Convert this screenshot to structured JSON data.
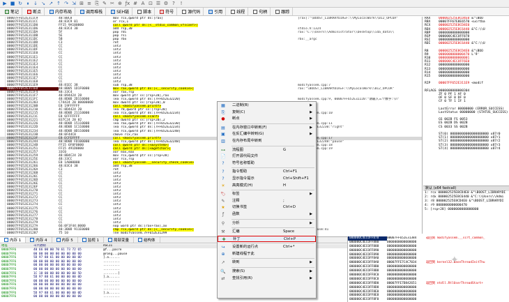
{
  "toolbar": {
    "tabs": [
      {
        "label": "笔记",
        "icon": "note-icon",
        "color": "#2e7d32"
      },
      {
        "label": "断点",
        "icon": "breakpoint-icon",
        "color": "#d00000"
      },
      {
        "label": "内存布局",
        "icon": "memory-map-icon",
        "color": "#1565c0"
      },
      {
        "label": "调用堆栈",
        "icon": "callstack-icon",
        "color": "#1565c0"
      },
      {
        "label": "SEH链",
        "icon": "seh-icon",
        "color": "#1565c0"
      },
      {
        "label": "脚本",
        "icon": "script-icon",
        "color": "#555"
      },
      {
        "label": "符号",
        "icon": "symbol-icon",
        "color": "#c62828"
      },
      {
        "label": "源代码",
        "icon": "source-icon",
        "color": "#555"
      },
      {
        "label": "引用",
        "icon": "reference-icon",
        "color": "#1565c0"
      },
      {
        "label": "线程",
        "icon": "thread-icon",
        "color": "#555"
      },
      {
        "label": "句柄",
        "icon": "handle-icon",
        "color": "#555"
      },
      {
        "label": "跟踪",
        "icon": "trace-icon",
        "color": "#555"
      }
    ]
  },
  "disassembly": [
    {
      "a": "00007FF652E311C9",
      "b": "48:8BC8",
      "i": "mov rcx,qword ptr ds:[rax]",
      "c": "[rax]:\"\\BOOST_LIBRARYDIR=F:\\\\MyLocalWork\\\\012_OPCUA\""
    },
    {
      "a": "00007FF652E311CC",
      "b": "48:83C9 01",
      "i": "or rcx,1",
      "c": ""
    },
    {
      "a": "00007FF652E311D0",
      "b": "FF15 9A100000",
      "i": "call qword ptr ds:[<__stdio_common_vfscanf>]",
      "c": "",
      "call": true
    },
    {
      "a": "00007FF652E311D6",
      "b": "48:83C4 30",
      "i": "add rsp,30",
      "c": "stdio.h:1324"
    },
    {
      "a": "00007FF652E311DA",
      "b": "5F",
      "i": "pop rdi",
      "c": "rax:\"C:\\\\Users\\\\Administrator\\\\Desktop\\\\ida_data\\\\"
    },
    {
      "a": "00007FF652E311DB",
      "b": "5E",
      "i": "pop rsi",
      "c": ""
    },
    {
      "a": "00007FF652E311DC",
      "b": "5B",
      "i": "pop rbx",
      "c": "rbx:__argc"
    },
    {
      "a": "00007FF652E311DD",
      "b": "C3",
      "i": "ret",
      "c": ""
    },
    {
      "a": "00007FF652E311DE",
      "b": "CC",
      "i": "int3",
      "c": ""
    },
    {
      "a": "00007FF652E311DF",
      "b": "CC",
      "i": "int3",
      "c": ""
    },
    {
      "a": "00007FF652E311E0",
      "b": "CC",
      "i": "int3",
      "c": ""
    },
    {
      "a": "00007FF652E311E1",
      "b": "CC",
      "i": "int3",
      "c": ""
    },
    {
      "a": "00007FF652E311E2",
      "b": "CC",
      "i": "int3",
      "c": ""
    },
    {
      "a": "00007FF652E311E3",
      "b": "CC",
      "i": "int3",
      "c": ""
    },
    {
      "a": "00007FF652E311E4",
      "b": "CC",
      "i": "int3",
      "c": ""
    },
    {
      "a": "00007FF652E311E5",
      "b": "CC",
      "i": "int3",
      "c": ""
    },
    {
      "a": "00007FF652E311E6",
      "b": "CC",
      "i": "int3",
      "c": ""
    },
    {
      "a": "00007FF652E311E7",
      "b": "CC",
      "i": "int3",
      "c": ""
    },
    {
      "a": "00007FF652E311E8",
      "b": "CC",
      "i": "int3",
      "c": ""
    },
    {
      "a": "00007FF652E311E9",
      "b": "48:81EC 38",
      "i": "sub rsp,38",
      "c": "modifyassem.cpp:7"
    },
    {
      "a": "00007FF652E311ED",
      "b": "48:8B05 1D1F0000",
      "i": "mov rax,qword ptr ds:[<__security_cookie>]",
      "c": "rax:\"\\BOOST_LIBRARYDIR=F:\\\\MyLocalWork\\\\012_OPCUA\"",
      "sel": true,
      "call": true
    },
    {
      "a": "00007FF652E311F4",
      "b": "48:33C4",
      "i": "xor rax,rsp",
      "c": ""
    },
    {
      "a": "00007FF652E311F7",
      "b": "48:894424 28",
      "i": "mov qword ptr ss:[rsp+28],rax",
      "c": ""
    },
    {
      "a": "00007FF652E311FC",
      "b": "48:8D0D 2D110000",
      "i": "lea rcx,qword ptr ds:[7FF652E32220]",
      "c": "modifyassem.cpp:9, 00007FF652E32220:\"请输入三个数字:\\n\""
    },
    {
      "a": "00007FF652E31203",
      "b": "C74424 20 00000000",
      "i": "mov dword ptr ss:[rsp+20],0",
      "c": ""
    },
    {
      "a": "00007FF652E3120B",
      "b": "E8 19FFFFFF",
      "i": "call <modifyassem.printf>",
      "c": "",
      "call": true
    },
    {
      "a": "00007FF652E31210",
      "b": "4C:8D4424 20",
      "i": "lea r8,qword ptr ss:[rsp+20]",
      "c": ""
    },
    {
      "a": "00007FF652E31215",
      "b": "48:8D0D 21110000",
      "i": "lea rcx,qword ptr ds:[7FF652E32234]",
      "c": "modifyassem.cpp:10"
    },
    {
      "a": "00007FF652E3121C",
      "b": "E8 6FFFFFFF",
      "i": "call <modifyassem.scanf>",
      "c": "",
      "call": true
    },
    {
      "a": "00007FF652E31221",
      "b": "837C24 20 02",
      "i": "cmp dword ptr ss:[rsp+20],2",
      "c": ""
    },
    {
      "a": "00007FF652E31226",
      "b": "48:8D0D 15110000",
      "i": "lea rax,qword ptr ds:[7FF652E32230]",
      "c": "modifyassem.cpp:11"
    },
    {
      "a": "00007FF652E3122D",
      "b": "48:8D0D 1C110000",
      "i": "lea rcx,qword ptr ds:[7FF652E32234]",
      "c": "00007FF652E32230:\"right\""
    },
    {
      "a": "00007FF652E31234",
      "b": "48:8D0D 0D110000",
      "i": "lea rcx,qword ptr ds:[7FF652E32248]",
      "c": ""
    },
    {
      "a": "00007FF652E3123B",
      "b": "48:0F44C8",
      "i": "cmove rcx,rax",
      "c": ""
    },
    {
      "a": "00007FF652E3123F",
      "b": "E8 ECFEFFFF",
      "i": "call <modifyassem.printf>",
      "c": "modifyassem.cpp:17",
      "call": true,
      "cur": true
    },
    {
      "a": "00007FF652E31244",
      "b": "48:8D0D FD100000",
      "i": "lea rcx,qword ptr ds:[7FF652E32248]",
      "c": "00007FF652E32248:\"pause\""
    },
    {
      "a": "00007FF652E3124B",
      "b": "FF15 6F0F0000",
      "i": "call qword ptr ds:[<&system>]",
      "c": "modifyassem.cpp:18",
      "call": true
    },
    {
      "a": "00007FF652E31251",
      "b": "FF15 491D0000",
      "i": "call qword ptr ds:[<&getchar>]",
      "c": "modifyassem.cpp:19",
      "call": true
    },
    {
      "a": "00007FF652E31257",
      "b": "33C0",
      "i": "xor eax,eax",
      "c": ""
    },
    {
      "a": "00007FF652E31259",
      "b": "48:8B4C24 28",
      "i": "mov rcx,qword ptr ss:[rsp+28]",
      "c": ""
    },
    {
      "a": "00007FF652E3125E",
      "b": "48:33CC",
      "i": "xor rcx,rsp",
      "c": ""
    },
    {
      "a": "00007FF652E31261",
      "b": "E8 1A000000",
      "i": "call <modifyassem.__security_check_cookie>",
      "c": "",
      "call": true
    },
    {
      "a": "00007FF652E31266",
      "b": "48:83C4 38",
      "i": "add rsp,38",
      "c": ""
    },
    {
      "a": "00007FF652E3126A",
      "b": "C3",
      "i": "ret",
      "c": ""
    },
    {
      "a": "00007FF652E3126B",
      "b": "CC",
      "i": "int3",
      "c": ""
    },
    {
      "a": "00007FF652E3126C",
      "b": "CC",
      "i": "int3",
      "c": ""
    },
    {
      "a": "00007FF652E3126D",
      "b": "CC",
      "i": "int3",
      "c": ""
    },
    {
      "a": "00007FF652E3126E",
      "b": "CC",
      "i": "int3",
      "c": ""
    },
    {
      "a": "00007FF652E3126F",
      "b": "CC",
      "i": "int3",
      "c": ""
    },
    {
      "a": "00007FF652E31270",
      "b": "CC",
      "i": "int3",
      "c": ""
    },
    {
      "a": "00007FF652E31271",
      "b": "CC",
      "i": "int3",
      "c": ""
    },
    {
      "a": "00007FF652E31272",
      "b": "CC",
      "i": "int3",
      "c": ""
    },
    {
      "a": "00007FF652E31273",
      "b": "CC",
      "i": "int3",
      "c": ""
    },
    {
      "a": "00007FF652E31274",
      "b": "CC",
      "i": "int3",
      "c": ""
    },
    {
      "a": "00007FF652E31275",
      "b": "CC",
      "i": "int3",
      "c": ""
    },
    {
      "a": "00007FF652E31276",
      "b": "CC",
      "i": "int3",
      "c": ""
    },
    {
      "a": "00007FF652E31277",
      "b": "CC",
      "i": "int3",
      "c": ""
    },
    {
      "a": "00007FF652E31278",
      "b": "CC",
      "i": "int3",
      "c": ""
    },
    {
      "a": "00007FF652E31279",
      "b": "CC",
      "i": "int3",
      "c": ""
    },
    {
      "a": "00007FF652E3127A",
      "b": "66:0F1F44:0000",
      "i": "nop word ptr ds:[rax+rax],ax",
      "c": ""
    },
    {
      "a": "00007FF652E31280",
      "b": "48:3B0D 911E0000",
      "i": "cmp rcx,qword ptr ds:[<__security_cookie>]",
      "c": "gs_report.asm:41",
      "call": true
    },
    {
      "a": "00007FF652E31287",
      "b": "75 10",
      "i": "jne modifyassem.7FF652E31299",
      "c": ""
    }
  ],
  "registers": [
    {
      "n": "RAX",
      "v": "000002525E8CD4E0",
      "c": "&\"\\BOO"
    },
    {
      "n": "RBX",
      "v": "00007FF67E8E6570",
      "c": "<ucrtba"
    },
    {
      "n": "RCX",
      "v": "000002525E8CD4E0",
      "c": ""
    },
    {
      "n": "RDX",
      "v": "000002525E8C6440",
      "c": "&\"C:\\\\U"
    },
    {
      "n": "RBP",
      "v": "0000000000000000",
      "c": ""
    },
    {
      "n": "RSP",
      "v": "000000C4ECOFF878",
      "c": ""
    },
    {
      "n": "RSI",
      "v": "0000000000000000",
      "c": ""
    },
    {
      "n": "RDI",
      "v": "000002525E8C6440",
      "c": "&\"C:\\\\U"
    },
    {
      "n": "",
      "v": "",
      "c": ""
    },
    {
      "n": "R8",
      "v": "000002525E8CD4E0",
      "c": "&\"\\BOO"
    },
    {
      "n": "R9",
      "v": "0000000000000470",
      "c": "L'9'"
    },
    {
      "n": "R10",
      "v": "0000000000000001",
      "c": ""
    },
    {
      "n": "R11",
      "v": "000000C4ECOFF6E0",
      "c": ""
    },
    {
      "n": "R12",
      "v": "0000000000000000",
      "c": ""
    },
    {
      "n": "R13",
      "v": "0000000000000000",
      "c": ""
    },
    {
      "n": "R14",
      "v": "0000000000000000",
      "c": ""
    },
    {
      "n": "R15",
      "v": "0000000000000000",
      "c": ""
    },
    {
      "n": "",
      "v": "",
      "c": ""
    },
    {
      "n": "RIP",
      "v": "00007FF652E311E9",
      "c": "<modif"
    },
    {
      "n": "",
      "v": "",
      "c": ""
    },
    {
      "n": "RFLAGS",
      "v": "0000000000000304",
      "c": ""
    },
    {
      "n": "",
      "v": "ZF 0  PF 1  AF 0",
      "c": ""
    },
    {
      "n": "",
      "v": "OF 0  SF 0  DF 0",
      "c": ""
    },
    {
      "n": "",
      "v": "CF 0  TF 1  IF 1",
      "c": ""
    },
    {
      "n": "",
      "v": "",
      "c": ""
    },
    {
      "n": "",
      "v": "LastError  00000000 (ERROR_SUCCESS)",
      "c": ""
    },
    {
      "n": "",
      "v": "LastStatus 00000000 (STATUS_SUCCESS)",
      "c": ""
    },
    {
      "n": "",
      "v": "",
      "c": ""
    },
    {
      "n": "",
      "v": "GS 002B  FS 0053",
      "c": ""
    },
    {
      "n": "",
      "v": "ES 002B  DS 002B",
      "c": ""
    },
    {
      "n": "",
      "v": "CS 0033  SS 002B",
      "c": ""
    },
    {
      "n": "",
      "v": "",
      "c": ""
    },
    {
      "n": "",
      "v": "ST(0) 00000000000000000000 x87r0",
      "c": ""
    },
    {
      "n": "",
      "v": "ST(1) 00000000000000000000 x87r1",
      "c": ""
    },
    {
      "n": "",
      "v": "ST(2) 00000000000000000000 x87r2",
      "c": ""
    },
    {
      "n": "",
      "v": "ST(3) 00000000000000000000 x87r3",
      "c": ""
    },
    {
      "n": "",
      "v": "ST(4) 00000000000000000000 x87r4",
      "c": ""
    }
  ],
  "callconv": {
    "title": "默认 (x64 fastcall)",
    "rows": [
      "1: rcx 000002525E8CD4E0 &\"\\BOOST_LIBRARYDI",
      "2: rdx 000002525E8C6440 &\"C:\\\\Users\\\\Admi",
      "3: r8  000002525E8CD4E0 &\"\\BOOST_LIBRARYDI",
      "4: r9  0000000000000470",
      "5: [rsp+28] 0000000000000000"
    ]
  },
  "bottom_tabs": [
    {
      "label": "内存 1",
      "icon": "memory-icon"
    },
    {
      "label": "内存 4",
      "icon": "memory-icon"
    },
    {
      "label": "内存 5",
      "icon": "memory-icon"
    },
    {
      "label": "监视 1",
      "icon": "watch-icon"
    },
    {
      "label": "局部变量",
      "icon": "locals-icon"
    },
    {
      "label": "结构体",
      "icon": "struct-icon"
    }
  ],
  "dump": {
    "headers": [
      "地址",
      "十六进制",
      "ASCII"
    ],
    "rows": [
      {
        "a": "00007FF6",
        "x": "40 66 00 00 70 61 73 72 65",
        "s": "@f...pasre"
      },
      {
        "a": "00007FF6",
        "x": "00 00 00 00 00 00 00 00 00",
        "s": "@rong...pause"
      },
      {
        "a": "00007FF6",
        "x": "5D 97 88 61 00 00 00 00 0D",
        "s": "].a......"
      },
      {
        "a": "00007FF6",
        "x": "00 00 00 00 00 00 00 00 00",
        "s": "........."
      },
      {
        "a": "00007FF6",
        "x": "00 00 00 00 00 00 00 00 00",
        "s": "........."
      },
      {
        "a": "00007FF6",
        "x": "00 00 00 00 00 00 00 00 00",
        "s": "........."
      },
      {
        "a": "00007FF6",
        "x": "1C 18 00 00 00 00 00 00 5D",
        "s": "........]"
      },
      {
        "a": "00007FF6",
        "x": "5D 97 88 61 00 00 00 00 0D",
        "s": "].a......"
      },
      {
        "a": "00007FF6",
        "x": "00 00 00 00 00 00 00 00 00",
        "s": "........."
      },
      {
        "a": "00007FF6",
        "x": "00 00 00 00 00 00 00 00 00",
        "s": "........."
      },
      {
        "a": "00007FF6",
        "x": "00 00 00 00 00 00 00 00 00",
        "s": "........."
      },
      {
        "a": "00007FF6",
        "x": "5D 97 88 61 00 00 00 00 0D",
        "s": "].a......"
      },
      {
        "a": "00007FF6",
        "x": "00 00 00 00 00 00 00 00 00",
        "s": "........."
      }
    ]
  },
  "stack": [
    {
      "a": "000000C4ECOFF878",
      "v": "00007FF652E31384",
      "c": "返回到 modifyassem.__scrt_common_",
      "sel": true,
      "red": true
    },
    {
      "a": "000000C4ECOFF880",
      "v": "0000000000000000",
      "c": ""
    },
    {
      "a": "000000C4ECOFF888",
      "v": "0000000000000000",
      "c": ""
    },
    {
      "a": "000000C4ECOFF890",
      "v": "0000000000000000",
      "c": ""
    },
    {
      "a": "000000C4ECOFF898",
      "v": "0000000000000000",
      "c": ""
    },
    {
      "a": "000000C4ECOFF8A0",
      "v": "0000000000000000",
      "c": ""
    },
    {
      "a": "000000C4ECOFF8A8",
      "v": "00007FFE7C4C7034",
      "c": "返回到 kernel32.BaseThreadInitThu",
      "red": true
    },
    {
      "a": "000000C4ECOFF8B0",
      "v": "0000000000000000",
      "c": ""
    },
    {
      "a": "000000C4ECOFF8B8",
      "v": "0000000000000000",
      "c": ""
    },
    {
      "a": "000000C4ECOFF8C0",
      "v": "0000000000000000",
      "c": ""
    },
    {
      "a": "000000C4ECOFF8C8",
      "v": "0000000000000000",
      "c": ""
    },
    {
      "a": "000000C4ECOFF8D0",
      "v": "00007FFE7D842651",
      "c": "返回到 ntdll.RtlUserThreadStart+",
      "red": true
    },
    {
      "a": "000000C4ECOFF8D8",
      "v": "0000000000000000",
      "c": ""
    },
    {
      "a": "000000C4ECOFF8E0",
      "v": "0000000000000000",
      "c": ""
    },
    {
      "a": "000000C4ECOFF8E8",
      "v": "0000000000000000",
      "c": ""
    },
    {
      "a": "000000C4ECOFF8F0",
      "v": "0000000000000000",
      "c": ""
    }
  ],
  "menu": [
    {
      "label": "二进制(B)",
      "icon": "binary-icon",
      "sc": "",
      "ar": true
    },
    {
      "label": "复制(C)",
      "icon": "copy-icon",
      "sc": "",
      "ar": true
    },
    {
      "label": "断点",
      "icon": "breakpoint-icon",
      "sc": "",
      "ar": true
    },
    {
      "label": "在内存窗口中转到(F)",
      "icon": "memory-goto-icon",
      "sc": "",
      "ar": true
    },
    {
      "label": "在反汇编中转到(G)",
      "icon": "disasm-goto-icon",
      "sc": "",
      "ar": true
    },
    {
      "label": "在内存布局中转到",
      "icon": "memmap-goto-icon",
      "sc": "",
      "ar": false
    },
    {
      "label": "流程图",
      "icon": "graph-icon",
      "sc": "G",
      "ar": false
    },
    {
      "label": "打开源代码文件",
      "icon": "source-file-icon",
      "sc": "",
      "ar": false
    },
    {
      "label": "符号名称帮助",
      "icon": "help-icon",
      "sc": "",
      "ar": false
    },
    {
      "label": "指令帮助",
      "icon": "instruction-help-icon",
      "sc": "Ctrl+F1",
      "ar": false
    },
    {
      "label": "显示指令提示",
      "icon": "tip-icon",
      "sc": "Ctrl+Shift+F1",
      "ar": false
    },
    {
      "label": "高亮模式(H)",
      "icon": "highlight-icon",
      "sc": "H",
      "ar": false
    },
    {
      "label": "标签",
      "icon": "label-icon",
      "sc": "",
      "ar": true
    },
    {
      "label": "注释",
      "icon": "comment-icon",
      "sc": ";",
      "ar": false
    },
    {
      "label": "切换书签",
      "icon": "bookmark-icon",
      "sc": "Ctrl+D",
      "ar": false
    },
    {
      "label": "函数",
      "icon": "function-icon",
      "sc": "",
      "ar": true
    },
    {
      "label": "分析",
      "icon": "analyze-icon",
      "sc": "",
      "ar": true
    },
    {
      "label": "汇编",
      "icon": "assemble-icon",
      "sc": "Space",
      "ar": false
    },
    {
      "label": "补丁",
      "icon": "patch-icon",
      "sc": "Ctrl+P",
      "ar": false,
      "hot": true
    },
    {
      "label": "设置新的运行点",
      "icon": "new-origin-icon",
      "sc": "Ctrl+*",
      "ar": false
    },
    {
      "label": "新建线程于此",
      "icon": "new-thread-icon",
      "sc": "",
      "ar": false
    },
    {
      "label": "转到",
      "icon": "goto-icon",
      "sc": "",
      "ar": true
    },
    {
      "label": "搜索(S)",
      "icon": "search-icon",
      "sc": "",
      "ar": true
    },
    {
      "label": "查找引用(R)",
      "icon": "find-refs-icon",
      "sc": "",
      "ar": true
    }
  ]
}
